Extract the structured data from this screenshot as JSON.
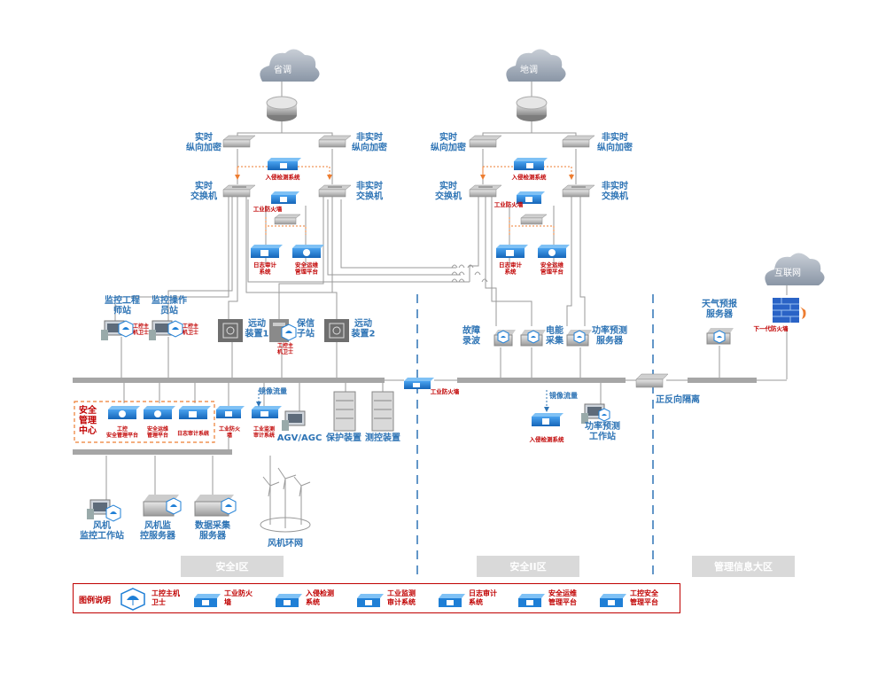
{
  "clouds": {
    "province": "省调",
    "district": "地调",
    "internet": "互联网"
  },
  "top_left": {
    "realtime_encrypt": "实时\n纵向加密",
    "nonrealtime_encrypt": "非实时\n纵向加密",
    "ids": "入侵检测系统",
    "realtime_switch": "实时\n交换机",
    "nonrealtime_switch": "非实时\n交换机",
    "firewall": "工业防火墙",
    "log_audit": "日志审计\n系统",
    "ops_platform": "安全运维\n管理平台"
  },
  "top_right": {
    "realtime_encrypt": "实时\n纵向加密",
    "nonrealtime_encrypt": "非实时\n纵向加密",
    "ids": "入侵检测系统",
    "realtime_switch": "实时\n交换机",
    "nonrealtime_switch": "非实时\n交换机",
    "firewall": "工业防火墙",
    "log_audit": "日志审计\n系统",
    "ops_platform": "安全运维\n管理平台"
  },
  "zone1": {
    "eng_station": "监控工程\n师站",
    "op_station": "监控操作\n员站",
    "host_guard1": "工控主\n机卫士",
    "host_guard2": "工控主\n机卫士",
    "telecontrol1": "远动\n装置1",
    "protect_sub": "保信\n子站",
    "host_guard3": "工控主\n机卫士",
    "telecontrol2": "远动\n装置2",
    "mgmt_center": "安全\n管理\n中心",
    "ics_platform": "工控\n安全管理平台",
    "ops_platform": "安全运维\n管理平台",
    "log_audit": "日志审计系统",
    "firewall": "工业防火\n墙",
    "mirror": "镜像流量",
    "monitor_audit": "工业监测\n审计系统",
    "agv": "AGV/AGC",
    "protect_dev": "保护装置",
    "measure_dev": "测控装置",
    "wt_station": "风机\n监控工作站",
    "wt_server": "风机监\n控服务器",
    "data_server": "数据采集\n服务器",
    "wt_ring": "风机环网",
    "guard_a": "工控主机卫士",
    "guard_b": "工控主机卫士",
    "guard_c": "工控主机卫士",
    "zone_label": "安全I区"
  },
  "zone2": {
    "fault_rec": "故障\n录波",
    "energy": "电能\n采集",
    "power_pred": "功率预测\n服务器",
    "border_fw": "工业防火墙",
    "mirror": "镜像流量",
    "ids": "入侵检测系统",
    "pp_station": "功率预测\n工作站",
    "isolation": "正反向隔离",
    "zone_label": "安全II区"
  },
  "zone3": {
    "weather": "天气预报\n服务器",
    "ngfw": "下一代防火墙",
    "zone_label": "管理信息大区"
  },
  "legend": {
    "title": "图例说明",
    "items": [
      {
        "icon": "host-guard-icon",
        "label": "工控主机\n卫士"
      },
      {
        "icon": "industrial-firewall-icon",
        "label": "工业防火\n墙"
      },
      {
        "icon": "ids-icon",
        "label": "入侵检测\n系统"
      },
      {
        "icon": "monitor-audit-icon",
        "label": "工业监测\n审计系统"
      },
      {
        "icon": "log-audit-icon",
        "label": "日志审计\n系统"
      },
      {
        "icon": "ops-platform-icon",
        "label": "安全运维\n管理平台"
      },
      {
        "icon": "ics-platform-icon",
        "label": "工控安全\n管理平台"
      }
    ]
  },
  "colors": {
    "label_blue": "#2e74b5",
    "label_red": "#c00000",
    "bus_gray": "#a6a6a6",
    "zone_gray": "#d9d9d9",
    "dash_blue": "#2e74b5",
    "device_blue": "#1f7fd6",
    "orange": "#ed7d31"
  }
}
